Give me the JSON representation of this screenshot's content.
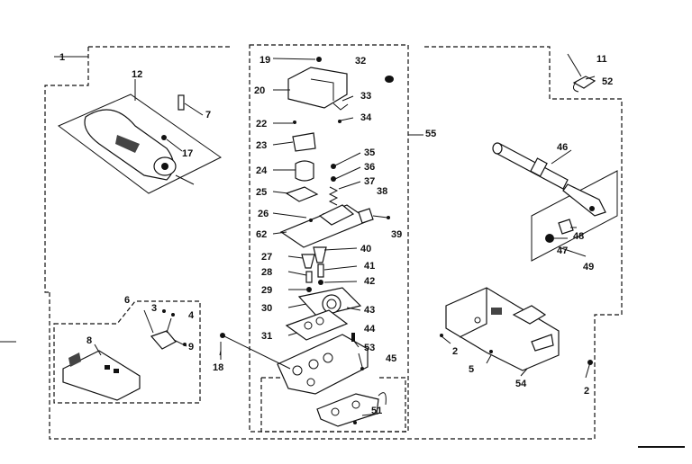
{
  "diagram": {
    "labels": {
      "l1": "1",
      "l2a": "2",
      "l2b": "2",
      "l3": "3",
      "l4": "4",
      "l5": "5",
      "l6": "6",
      "l7": "7",
      "l8": "8",
      "l9": "9",
      "l11": "11",
      "l12": "12",
      "l17": "17",
      "l18": "18",
      "l19": "19",
      "l20": "20",
      "l22": "22",
      "l23": "23",
      "l24": "24",
      "l25": "25",
      "l26": "26",
      "l27": "27",
      "l28": "28",
      "l29": "29",
      "l30": "30",
      "l31": "31",
      "l32": "32",
      "l33": "33",
      "l34": "34",
      "l35": "35",
      "l36": "36",
      "l37": "37",
      "l38": "38",
      "l39": "39",
      "l40": "40",
      "l41": "41",
      "l42": "42",
      "l43": "43",
      "l44": "44",
      "l45": "45",
      "l46": "46",
      "l47": "47",
      "l48": "48",
      "l49": "49",
      "l51": "51",
      "l52": "52",
      "l53": "53",
      "l54": "54",
      "l55": "55",
      "l62": "62"
    }
  }
}
